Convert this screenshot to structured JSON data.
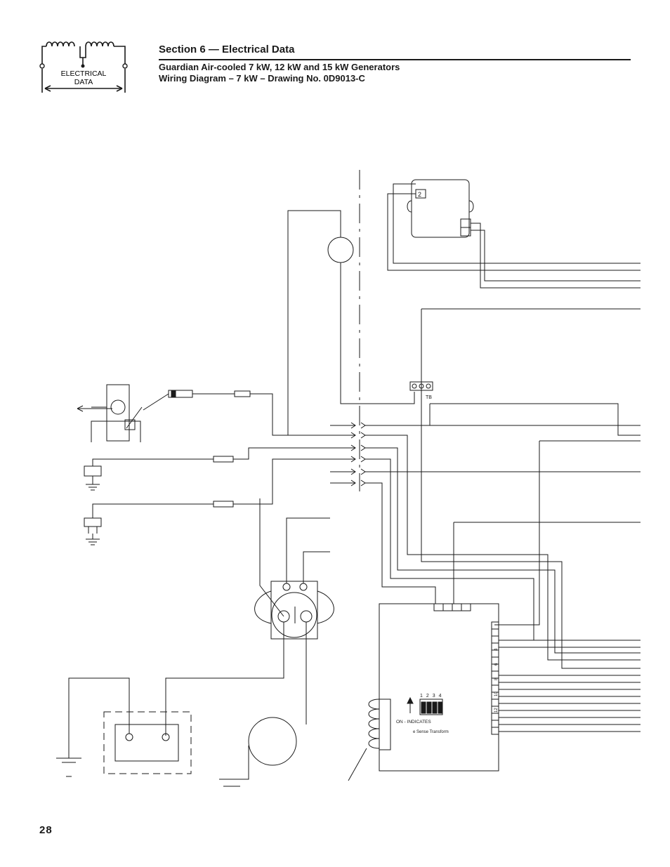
{
  "header": {
    "logo_text_line1": "ELECTRICAL",
    "logo_text_line2": "DATA",
    "section_title": "Section 6 — Electrical Data",
    "subtitle_line1": "Guardian Air-cooled 7 kW, 12 kW and 15 kW Generators",
    "subtitle_line2": "Wiring Diagram – 7 kW – Drawing No. 0D9013-C"
  },
  "diagram": {
    "regulator_terminal_label": "2",
    "terminal_block_label": "TB",
    "dip_switch_numbers": [
      "1",
      "2",
      "3",
      "4"
    ],
    "dip_on_label": "ON - INDICATES",
    "sense_transformer_label": "e Sense Transform",
    "connector_pin_labels": [
      "4",
      "6",
      "8",
      "10",
      "12"
    ]
  },
  "footer": {
    "page_number": "28"
  }
}
